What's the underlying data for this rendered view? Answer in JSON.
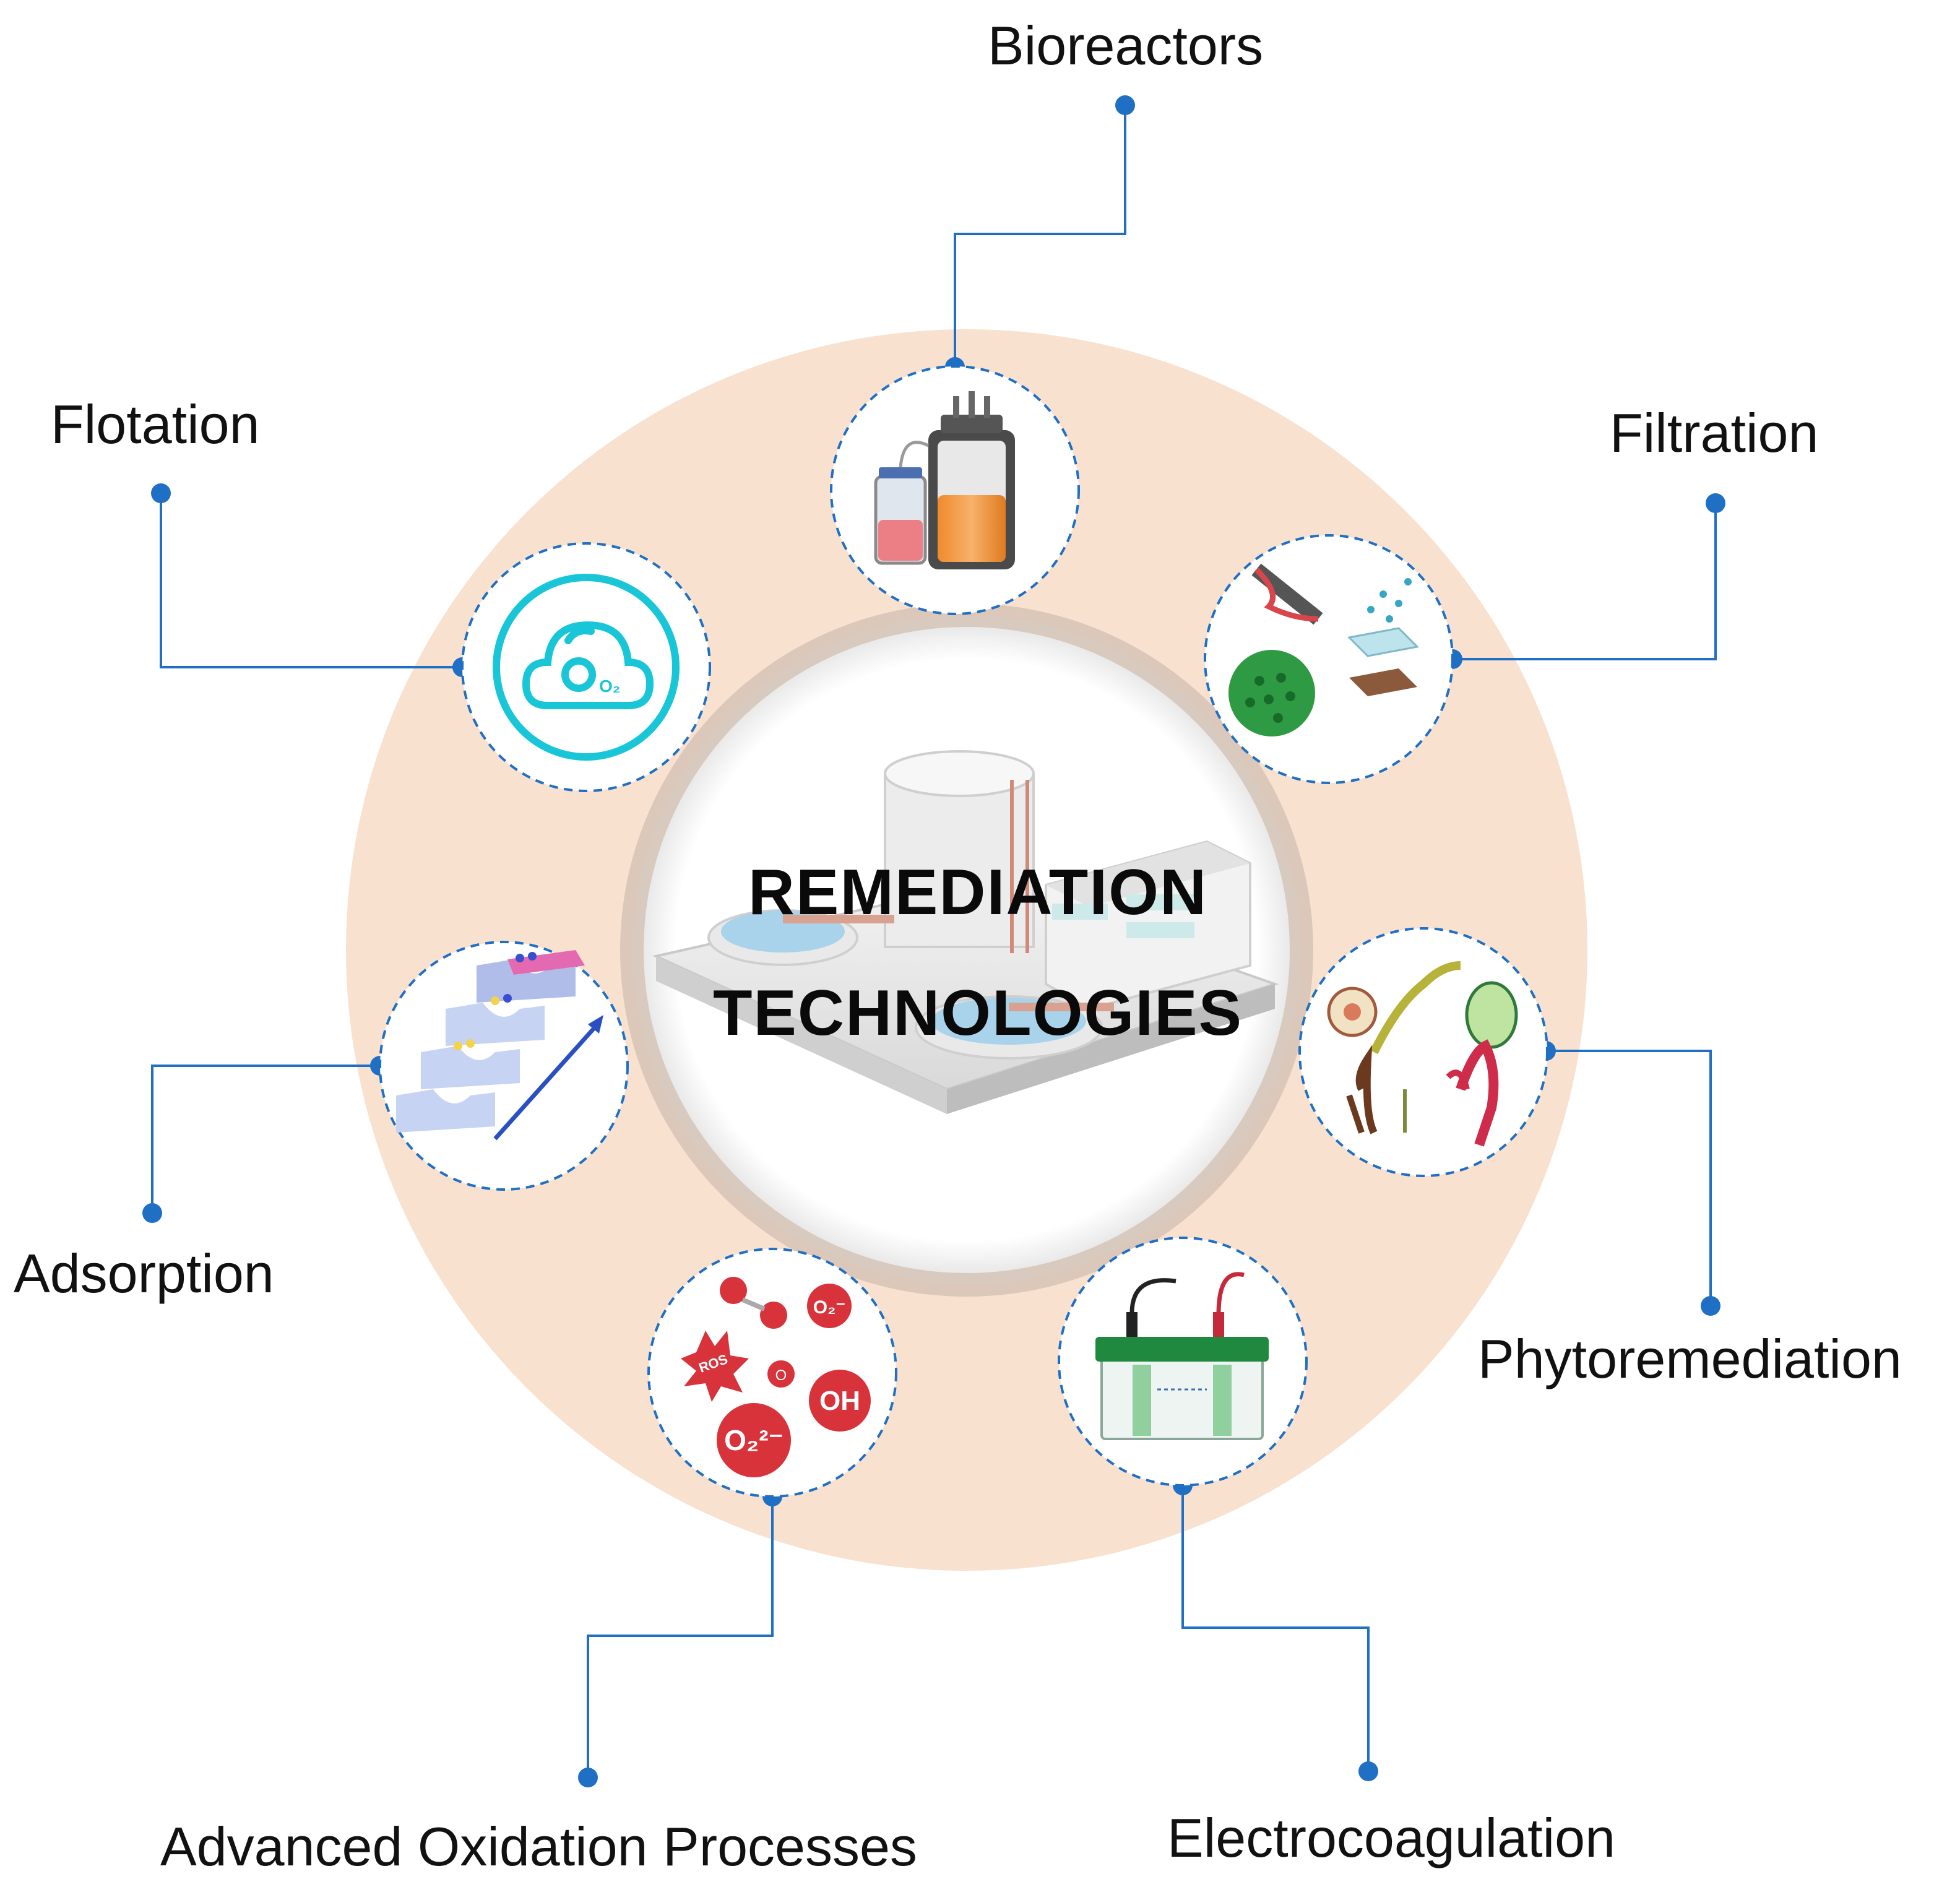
{
  "center": {
    "line1": "REMEDIATION",
    "line2": "TECHNOLOGIES",
    "icon": "water-treatment-plant"
  },
  "technologies": [
    {
      "label": "Bioreactors",
      "icon": "bioreactor"
    },
    {
      "label": "Filtration",
      "icon": "filtration-membranes"
    },
    {
      "label": "Phytoremediation",
      "icon": "algae-and-plants"
    },
    {
      "label": "Electrocoagulation",
      "icon": "electrolysis-cell"
    },
    {
      "label": "Advanced Oxidation Processes",
      "icon": "reactive-oxygen-species"
    },
    {
      "label": "Adsorption",
      "icon": "adsorption-stages"
    },
    {
      "label": "Flotation",
      "icon": "oxygen-cloud"
    }
  ],
  "ros_labels": {
    "ros": "ROS",
    "o": "O",
    "o2_minus": "O₂⁻",
    "oh": "OH",
    "o2_2minus": "O₂²⁻",
    "o2_cloud": "O₂"
  },
  "colors": {
    "ring": "#f8e1cf",
    "connector": "#1f6fc4",
    "dashed_border": "#1f6fc4",
    "text": "#111111",
    "ros_red": "#d8323b",
    "cloud_cyan": "#19c6d8"
  }
}
